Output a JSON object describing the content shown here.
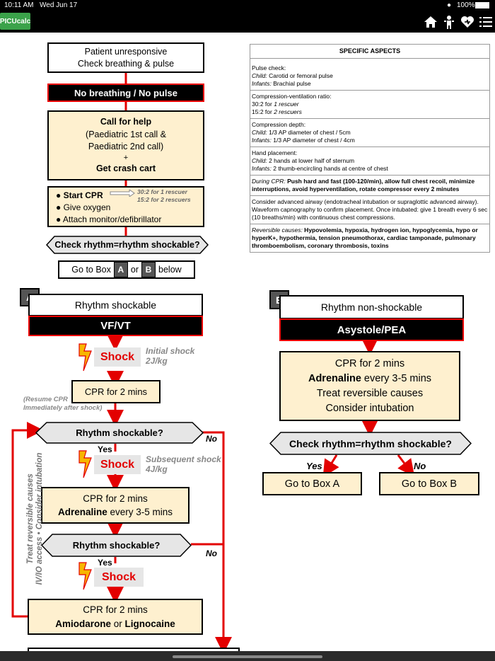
{
  "status": {
    "time": "10:11 AM",
    "date": "Wed Jun 17",
    "battery": "100%"
  },
  "app": {
    "badge": "PICUcalc",
    "icons": [
      "home-icon",
      "child-icon",
      "heart-icon",
      "menu-icon"
    ]
  },
  "flow": {
    "start": {
      "line1": "Patient unresponsive",
      "line2": "Check breathing & pulse"
    },
    "no_breathing": "No breathing / No pulse",
    "call": {
      "line1": "Call for help",
      "line2": "(Paediatric 1st call &",
      "line3": "Paediatric 2nd call)",
      "plus": "+",
      "line4": "Get crash cart"
    },
    "cpr_list": {
      "item1": "Start CPR",
      "item2": "Give oxygen",
      "item3": "Attach monitor/defibrillator",
      "ratio1": "30:2 for 1 rescuer",
      "ratio2": "15:2 for 2 rescuers"
    },
    "check": "Check rhythm=rhythm shockable?",
    "goto": {
      "pre": "Go to Box",
      "a": "A",
      "or": "or",
      "b": "B",
      "post": "below"
    }
  },
  "box_a": {
    "tag": "A",
    "title": "Rhythm shockable",
    "subtitle": "VF/VT",
    "shock1": "Shock",
    "initial_shock": "Initial shock",
    "initial_dose": "2J/kg",
    "cpr1": "CPR for 2 mins",
    "resume1": "(Resume CPR",
    "resume2": "Immediately after shock)",
    "q1": "Rhythm shockable?",
    "yes1": "Yes",
    "no1": "No",
    "shock2": "Shock",
    "subsequent_shock": "Subsequent shock",
    "subsequent_dose": "4J/kg",
    "cpr2_line1": "CPR for 2 mins",
    "cpr2_bold": "Adrenaline",
    "cpr2_rest": " every 3-5 mins",
    "q2": "Rhythm shockable?",
    "yes2": "Yes",
    "no2": "No",
    "shock3": "Shock",
    "cpr3_line1": "CPR for 2 mins",
    "cpr3_bold1": "Amiodarone",
    "cpr3_or": " or ",
    "cpr3_bold2": "Lignocaine",
    "side1": "Treat reversible causes",
    "side2": "IV/IO access • Consider intubation"
  },
  "box_b": {
    "tag": "B",
    "title": "Rhythm non-shockable",
    "subtitle": "Asystole/PEA",
    "l1": "CPR for 2 mins",
    "l2_bold": "Adrenaline",
    "l2_rest": " every 3-5 mins",
    "l3": "Treat reversible causes",
    "l4": "Consider intubation",
    "check": "Check rhythm=rhythm shockable?",
    "yes": "Yes",
    "no": "No",
    "goto_a": "Go to Box A",
    "goto_b": "Go to Box B"
  },
  "aspects": {
    "header": "SPECIFIC ASPECTS",
    "pulse": {
      "title": "Pulse check:",
      "child_label": "Child:",
      "child": " Carotid or femoral pulse",
      "infant_label": "Infants:",
      "infant": " Brachial pulse"
    },
    "ratio": {
      "title": "Compression-ventilation ratio:",
      "r1": "30:2 for ",
      "r1i": "1 rescuer",
      "r2": "15:2 for ",
      "r2i": "2 rescuers"
    },
    "depth": {
      "title": "Compression depth:",
      "child_label": "Child:",
      "child": " 1/3 AP diameter of chest / 5cm",
      "infant_label": "Infants:",
      "infant": " 1/3 AP diameter of chest / 4cm"
    },
    "hands": {
      "title": "Hand placement:",
      "child_label": "Child:",
      "child": " 2 hands at lower half of sternum",
      "infant_label": "Infants:",
      "infant": " 2 thumb-encircling hands at centre of chest"
    },
    "during": {
      "label": "During CPR:",
      "text": " Push hard and fast (100-120/min), allow full chest recoil, minimize interruptions, avoid hyperventilation, rotate compressor every 2 minutes"
    },
    "airway": "Consider advanced airway (endotracheal intubation or supraglottic advanced airway). Waveform capnography to confirm placement. Once intubated: give 1 breath every 6 sec (10 breaths/min) with continuous chest compressions.",
    "causes": {
      "label": "Reversible causes:",
      "text": " Hypovolemia, hypoxia, hydrogen ion, hypoglycemia, hypo or hyperK+, hypothermia, tension pneumothorax, cardiac tamponade, pulmonary thromboembolism, coronary thrombosis, toxins"
    }
  },
  "colors": {
    "accent_red": "#e30000",
    "cream": "#fef0cf",
    "badge_green": "#3ba24a"
  }
}
